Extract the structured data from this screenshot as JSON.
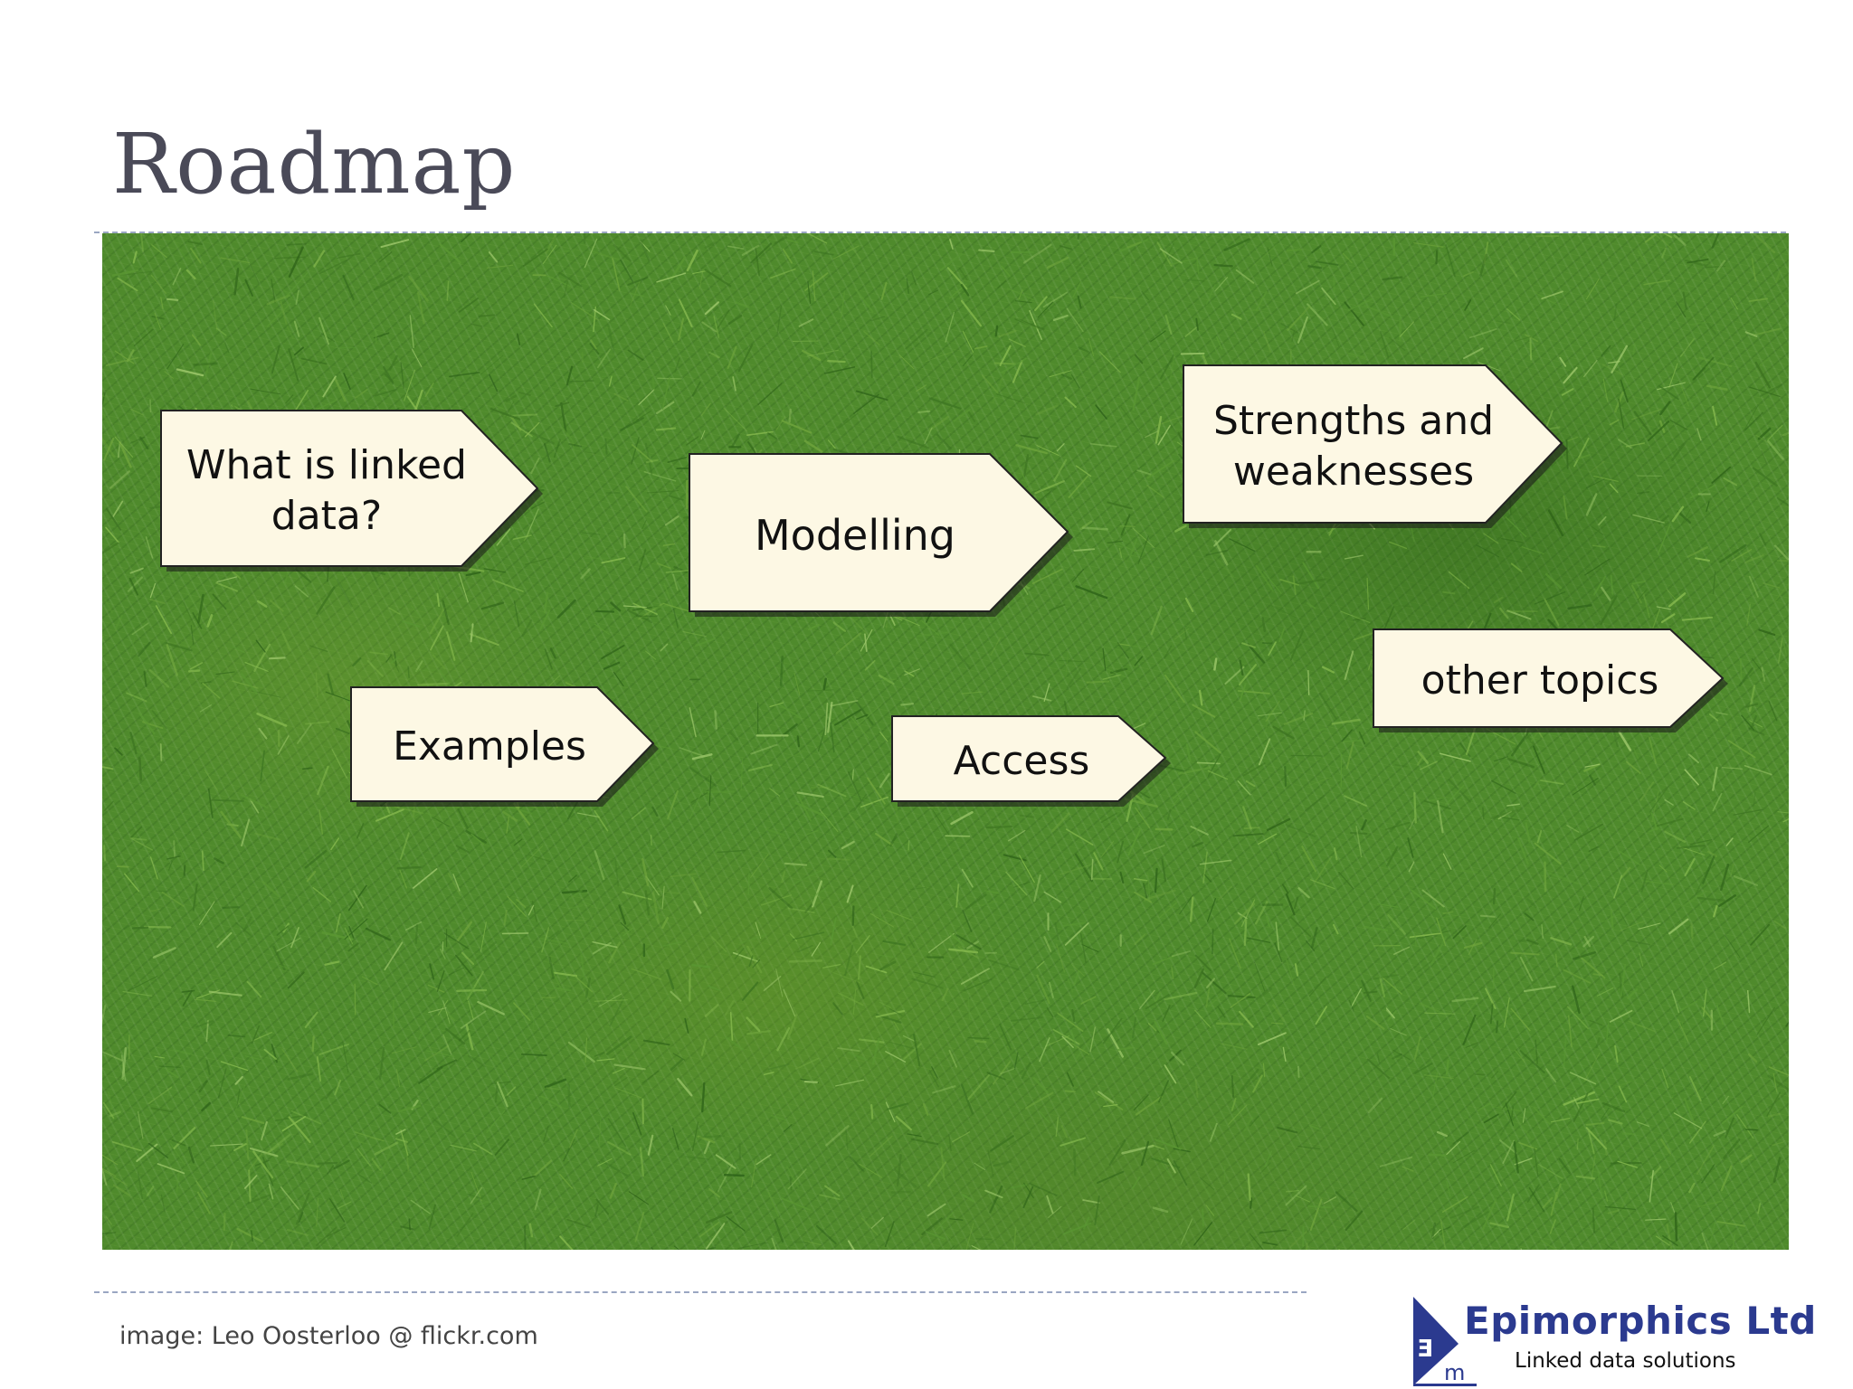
{
  "slide": {
    "title": "Roadmap",
    "credit": "image: Leo Oosterloo @ flickr.com"
  },
  "roadmap": {
    "signs": [
      {
        "id": "what-is-linked-data",
        "label": "What is linked data?"
      },
      {
        "id": "modelling",
        "label": "Modelling"
      },
      {
        "id": "strengths-and-weaknesses",
        "label": "Strengths and weaknesses"
      },
      {
        "id": "examples",
        "label": "Examples"
      },
      {
        "id": "access",
        "label": "Access"
      },
      {
        "id": "other-topics",
        "label": "other topics"
      }
    ]
  },
  "logo": {
    "company": "Epimorphics Ltd",
    "tagline": "Linked data solutions",
    "mark": "em"
  },
  "colors": {
    "title": "#4a4a58",
    "grass": "#4f8a2c",
    "sign_fill": "#fdf8e4",
    "brand": "#2b3a8f"
  }
}
